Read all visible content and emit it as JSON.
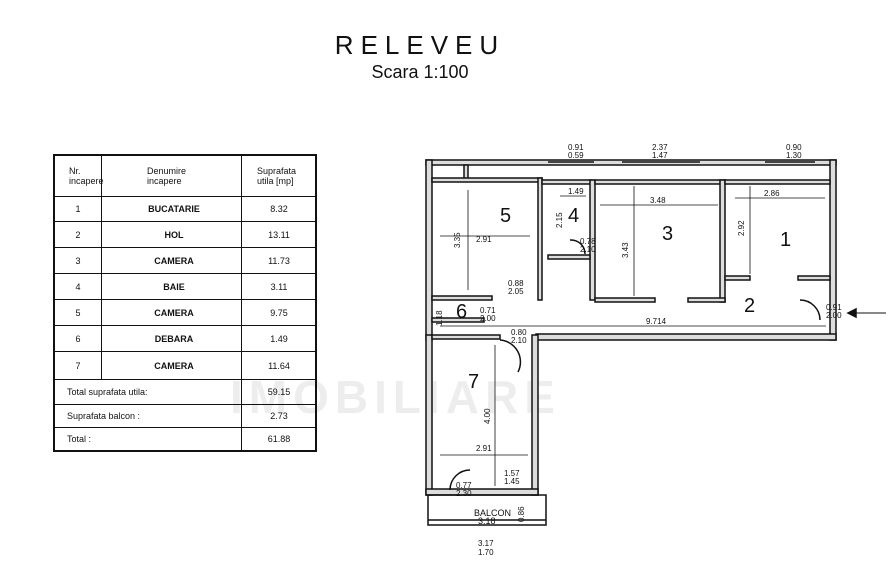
{
  "header": {
    "title": "RELEVEU",
    "scale": "Scara 1:100"
  },
  "table": {
    "col_nr": "Nr.\nincapere",
    "col_name": "Denumire\nincapere",
    "col_area": "Suprafata\nutila [mp]",
    "rows": [
      {
        "nr": "1",
        "name": "BUCATARIE",
        "area": "8.32"
      },
      {
        "nr": "2",
        "name": "HOL",
        "area": "13.11"
      },
      {
        "nr": "3",
        "name": "CAMERA",
        "area": "11.73"
      },
      {
        "nr": "4",
        "name": "BAIE",
        "area": "3.11"
      },
      {
        "nr": "5",
        "name": "CAMERA",
        "area": "9.75"
      },
      {
        "nr": "6",
        "name": "DEBARA",
        "area": "1.49"
      },
      {
        "nr": "7",
        "name": "CAMERA",
        "area": "11.64"
      }
    ],
    "total_util_label": "Total suprafata utila:",
    "total_util_value": "59.15",
    "balcon_label": "Suprafata balcon :",
    "balcon_value": "2.73",
    "total_label": "Total :",
    "total_value": "61.88"
  },
  "plan": {
    "rooms": {
      "r1": "1",
      "r2": "2",
      "r3": "3",
      "r4": "4",
      "r5": "5",
      "r6": "6",
      "r7": "7"
    },
    "dims": {
      "w1_top": "0.91",
      "w1_bot": "0.59",
      "w2_top": "2.37",
      "w2_bot": "1.47",
      "w3_top": "0.90",
      "w3_bot": "1.30",
      "d_149": "1.49",
      "d_348": "3.48",
      "d_286": "2.86",
      "d_335": "3.35",
      "d_291a": "2.91",
      "d_343": "3.43",
      "d_292": "2.92",
      "d_215": "2.15",
      "d_078": "0.78",
      "d_210a": "2.10",
      "d_088": "0.88",
      "d_205": "2.05",
      "d_9714": "9.714",
      "d_091": "0.91",
      "d_200": "2.00",
      "d_071": "0.71",
      "d_200b": "2.00",
      "d_080": "0.80",
      "d_210b": "2.10",
      "d_400": "4.00",
      "d_291b": "2.91",
      "d_157": "1.57",
      "d_145": "1.45",
      "d_077": "0.77",
      "d_230": "2.30",
      "balcon": "BALCON",
      "d_318": "3.18",
      "d_086": "0.86",
      "d_317": "3.17",
      "d_170": "1.70",
      "d_118": "1.18"
    },
    "watermark": "IMOBILIARE"
  }
}
